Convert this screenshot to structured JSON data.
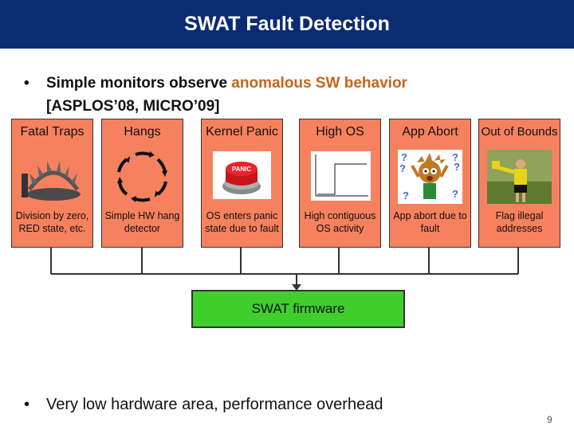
{
  "slide": {
    "title": "SWAT Fault Detection",
    "bullet1": {
      "prefix": "Simple monitors observe ",
      "accent": "anomalous SW behavior",
      "line2": "[ASPLOS’08, MICRO’09]"
    },
    "cards": [
      {
        "header": "Fatal Traps",
        "desc": "Division by zero, RED state, etc.",
        "icon": "trap-icon"
      },
      {
        "header": "Hangs",
        "desc": "Simple HW hang detector",
        "icon": "cycle-arrows-icon"
      },
      {
        "header": "Kernel Panic",
        "desc": "OS enters panic state due to fault",
        "icon": "panic-button-icon",
        "icon_label": "PANIC"
      },
      {
        "header": "High OS",
        "desc": "High contiguous OS activity",
        "icon": "step-graph-icon"
      },
      {
        "header": "App Abort",
        "desc": "App abort due to fault",
        "icon": "confused-person-icon"
      },
      {
        "header": "Out of Bounds",
        "desc": "Flag illegal addresses",
        "icon": "referee-icon"
      }
    ],
    "firmware_label": "SWAT firmware",
    "bullet2": "Very low hardware area, performance overhead",
    "page_number": "9"
  },
  "colors": {
    "title_bg": "#0b2c73",
    "card_bg": "#f6815f",
    "firmware_bg": "#3fce2c",
    "accent": "#c9631b"
  }
}
